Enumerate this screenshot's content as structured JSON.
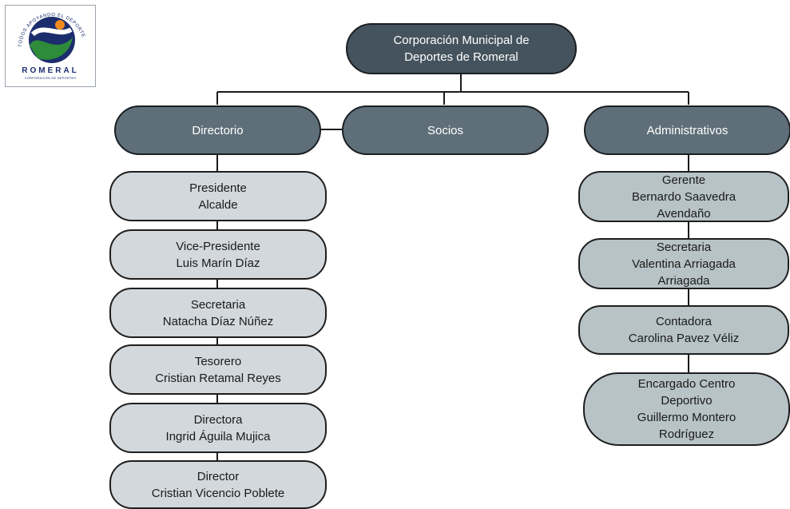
{
  "logo": {
    "tagline": "TODOS APOYANDO EL DEPORTE",
    "wordmark": "ROMERAL",
    "subtitle": "CORPORACIÓN DE DEPORTES"
  },
  "root": {
    "line1": "Corporación Municipal de",
    "line2": "Deportes de Romeral"
  },
  "branches": {
    "directorio": "Directorio",
    "socios": "Socios",
    "administrativos": "Administrativos"
  },
  "directorio_members": [
    {
      "role": "Presidente",
      "name": "Alcalde"
    },
    {
      "role": "Vice-Presidente",
      "name": "Luis Marín Díaz"
    },
    {
      "role": "Secretaria",
      "name": "Natacha Díaz Núñez"
    },
    {
      "role": "Tesorero",
      "name": "Cristian Retamal Reyes"
    },
    {
      "role": "Directora",
      "name": "Ingrid Águila Mujica"
    },
    {
      "role": "Director",
      "name": "Cristian Vicencio Poblete"
    }
  ],
  "administrativos_members": [
    {
      "lines": [
        "Gerente",
        "Bernardo Saavedra",
        "Avendaño"
      ]
    },
    {
      "lines": [
        "Secretaria",
        "Valentina Arriagada",
        "Arriagada"
      ]
    },
    {
      "lines": [
        "Contadora",
        "Carolina Pavez Véliz"
      ]
    },
    {
      "lines": [
        "Encargado Centro",
        "Deportivo",
        "Guillermo Montero",
        "Rodríguez"
      ]
    }
  ],
  "colors": {
    "dark_box": "#44535d",
    "branch_box": "#5f6f79",
    "light_box": "#d3d8dc",
    "admin_box": "#b8c3c7",
    "logo_blue": "#1c2d6e",
    "logo_green": "#2e8b3a",
    "logo_orange": "#f08a1c"
  }
}
